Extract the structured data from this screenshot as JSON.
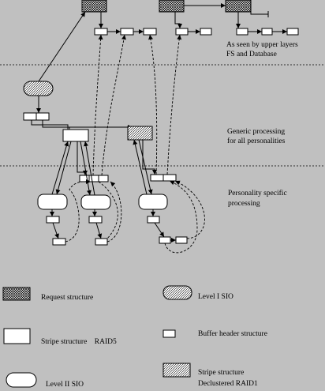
{
  "colors": {
    "background": "#c0c0c0",
    "line": "#000000",
    "crosshatch": "#000000",
    "hatch": "#000000"
  },
  "layer_labels": {
    "upper_line1": "As seen by upper layers",
    "upper_line2": "FS and Database",
    "generic_line1": "Generic processing",
    "generic_line2": "for all personalities",
    "specific_line1": "Personality specific",
    "specific_line2": "processing"
  },
  "legend": {
    "request": "Request structure",
    "level1": "Level I SIO",
    "stripe_raid5": "Stripe structure    RAID5",
    "buffer": "Buffer header structure",
    "level2": "Level II SIO",
    "stripe_raid1_line1": "Stripe structure",
    "stripe_raid1_line2": "Declustered RAID1"
  }
}
